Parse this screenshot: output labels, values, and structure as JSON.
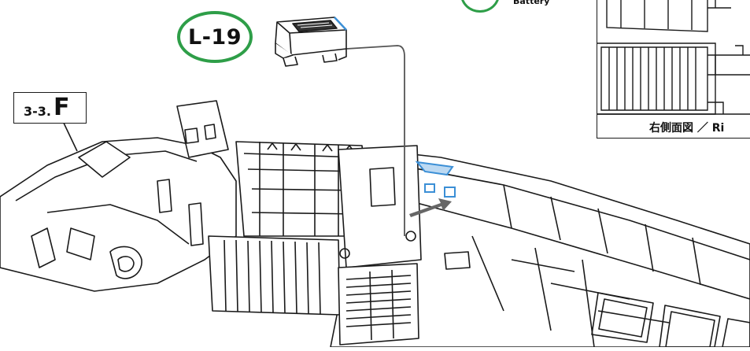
{
  "callout_part": {
    "label": "L-19",
    "ring_color": "#2e9e48"
  },
  "callout_battery": {
    "label": "Battery",
    "ring_color": "#2e9e48"
  },
  "section_ref": {
    "prefix": "3-3.",
    "letter": "F"
  },
  "inset": {
    "caption": "右側面図 ／ Ri"
  },
  "colors": {
    "highlight_blue": "#3b8fd6",
    "arrow_gray": "#666666",
    "line": "#1a1a1a"
  }
}
